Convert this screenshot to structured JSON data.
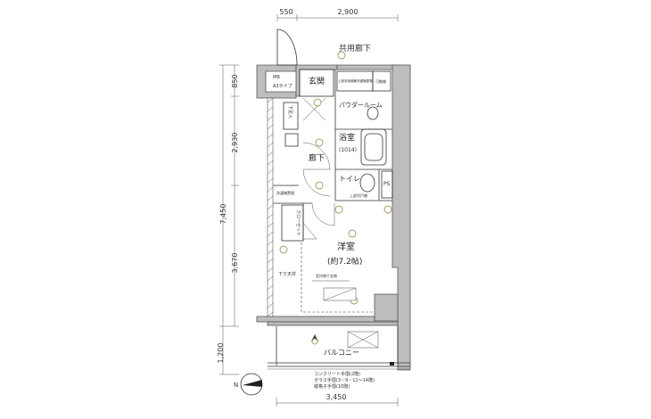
{
  "dimensions": {
    "top": [
      "550",
      "2,900"
    ],
    "left_total": "7,450",
    "left_segments": [
      "850",
      "2,930",
      "3,670"
    ],
    "balcony_depth": "1,200",
    "bottom": "3,450"
  },
  "rooms": {
    "common_corridor": "共用廊下",
    "entrance": "玄関",
    "powder_room": "パウダールーム",
    "bathroom": "浴室",
    "bathroom_size": "(1014)",
    "hallway": "廊下",
    "toilet": "トイレ",
    "ps": "PS",
    "western_room": "洋室",
    "western_room_size": "(約7.2帖)",
    "balcony": "バルコニー",
    "mb": "MB",
    "mb_type": "A3タイプ"
  },
  "labels": {
    "shoe_box": "下足入",
    "upper_storage": "上部収納棚兼洗濯機置場",
    "movable_shelf": "可動棚",
    "laundry": "洗濯機置場",
    "upper_cabinet": "上部吊戸棚",
    "closet": "クローゼット",
    "lowered_ceiling": "下り天井",
    "drying_hardware": "室内物干金物",
    "balcony_notes": [
      "コンクリート手摺(2階)",
      "ガラス手摺(3・9・11～14階)",
      "縦格子手摺(10階)"
    ],
    "compass": "N"
  },
  "colors": {
    "wall": "#bdbdbd",
    "fixture": "#8a7a2a"
  }
}
